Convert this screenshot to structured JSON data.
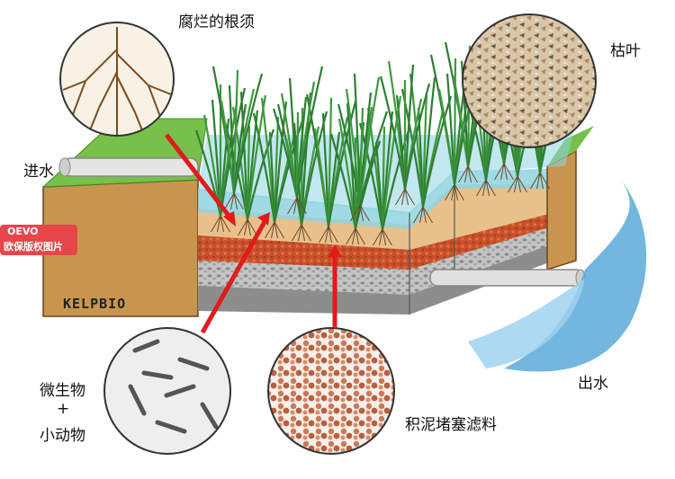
{
  "labels": {
    "rotten_roots": "腐烂的根须",
    "dead_leaves": "枯叶",
    "water_in": "进水",
    "water_out": "出水",
    "microbes": "微生物",
    "plus": "+",
    "small_animals": "小动物",
    "clog_media": "积泥堵塞滤料",
    "brand": "KELPBIO"
  },
  "watermark": {
    "logo_text": "OEVO",
    "caption": "欧保版权图片"
  },
  "colors": {
    "soil": "#c8954f",
    "soil_dark": "#8a5a24",
    "red_layer": "#c9502b",
    "sand_layer": "#e7c08c",
    "gravel": "#b9b9b9",
    "gravel_dark": "#7a7a7a",
    "water": "#8fd3e0",
    "grass_top": "#77c04a",
    "reeds": "#3d9a3d",
    "arrow": "#e01b1b",
    "outflow": "#5aa9d8",
    "watermark_red": "#e6454a"
  }
}
